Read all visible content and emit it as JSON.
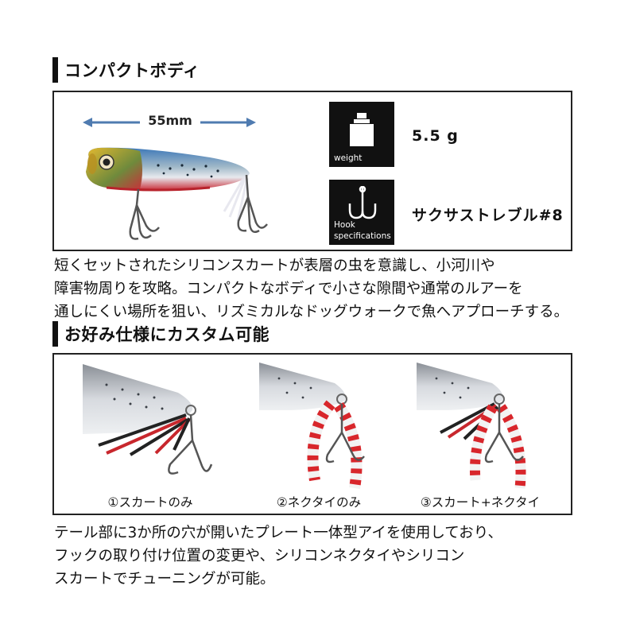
{
  "section1": {
    "heading": "コンパクトボディ",
    "dimension_label": "55mm",
    "weight": {
      "label": "weight",
      "value": "5.5 g",
      "icon": "weight-icon"
    },
    "hook": {
      "label_line1": "Hook",
      "label_line2": "specifications",
      "value": "サクサストレブル#8",
      "icon": "treble-hook-icon"
    },
    "description": [
      "短くセットされたシリコンスカートが表層の虫を意識し、小河川や",
      "障害物周りを攻略。コンパクトなボディで小さな隙間や通常のルアーを",
      "通しにくい場所を狙い、リズミカルなドッグウォークで魚へアプローチする。"
    ]
  },
  "section2": {
    "heading": "お好み仕様にカスタム可能",
    "options": [
      {
        "caption": "①スカートのみ"
      },
      {
        "caption": "②ネクタイのみ"
      },
      {
        "caption": "③スカート+ネクタイ"
      }
    ],
    "description": [
      "テール部に3か所の穴が開いたプレート一体型アイを使用しており、",
      "フックの取り付け位置の変更や、シリコンネクタイやシリコン",
      "スカートでチューニングが可能。"
    ]
  },
  "colors": {
    "arrow": "#4f7bb0",
    "skirt_red": "#d8262b",
    "accent_dark": "#111111"
  }
}
